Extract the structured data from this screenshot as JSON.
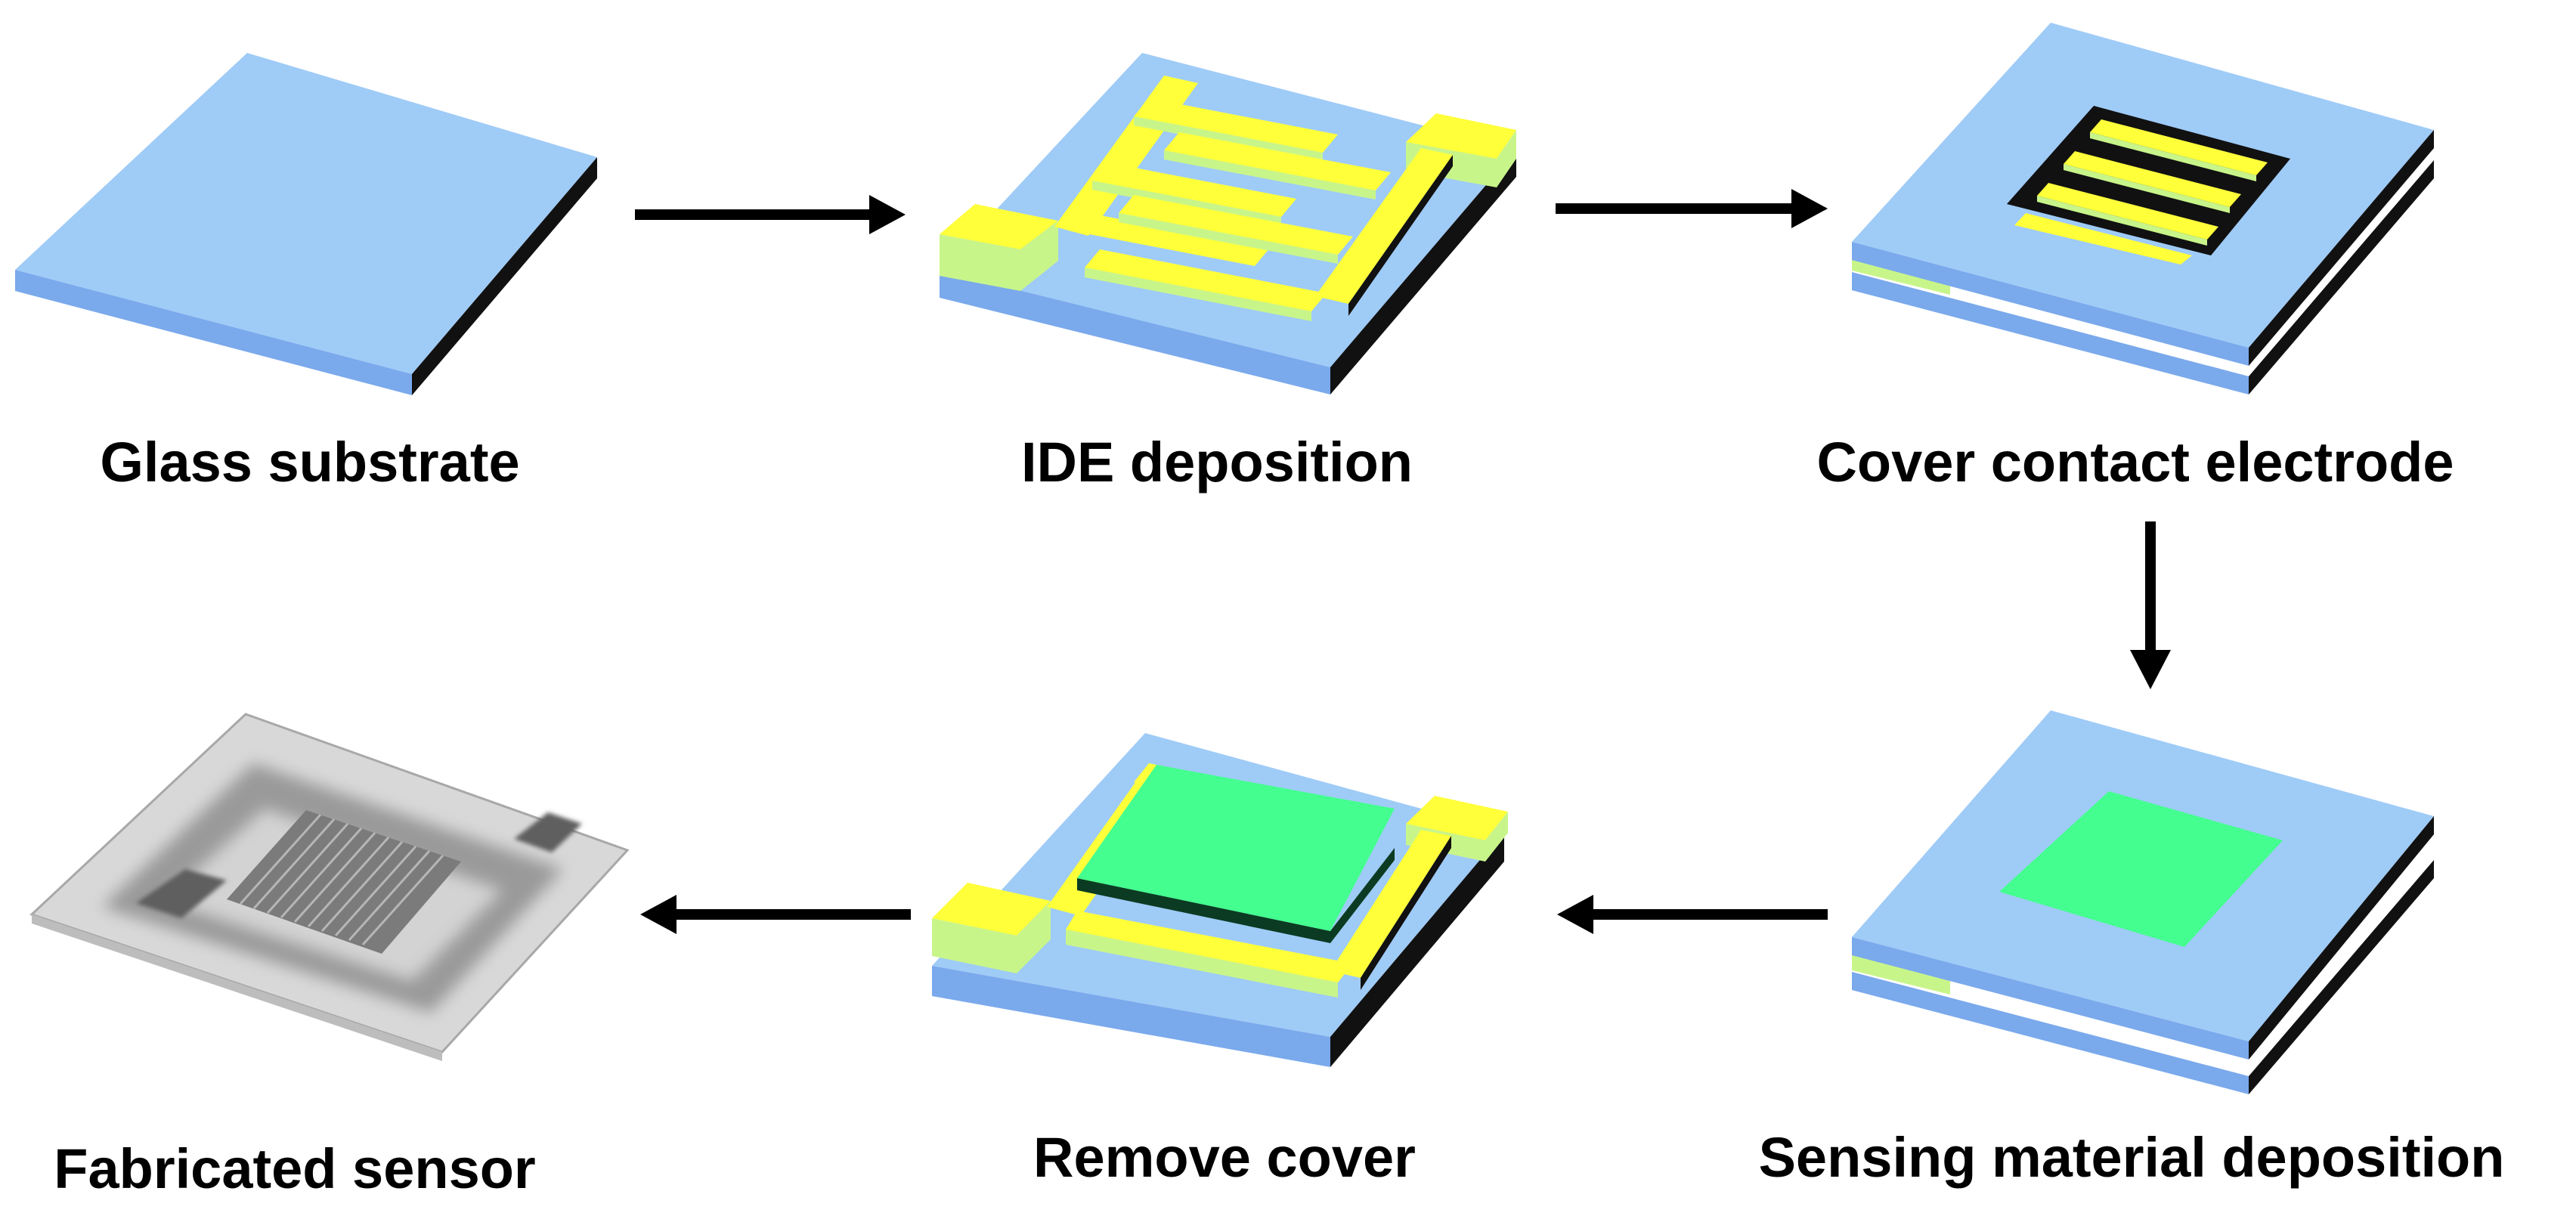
{
  "colors": {
    "substrate_top": "#9fcbf7",
    "substrate_left": "#7aa9ec",
    "substrate_right": "#111111",
    "electrode_top": "#ffff3a",
    "electrode_side": "#c8f58a",
    "sensing_top": "#44ff8f",
    "sensing_side": "#0b3b22",
    "arrow": "#000000"
  },
  "steps": [
    {
      "id": "glass-substrate",
      "label": "Glass substrate"
    },
    {
      "id": "ide-deposition",
      "label": "IDE deposition"
    },
    {
      "id": "cover-contact-electrode",
      "label": "Cover contact electrode"
    },
    {
      "id": "sensing-material-deposition",
      "label": "Sensing material deposition"
    },
    {
      "id": "remove-cover",
      "label": "Remove cover"
    },
    {
      "id": "fabricated-sensor",
      "label": "Fabricated sensor"
    }
  ]
}
